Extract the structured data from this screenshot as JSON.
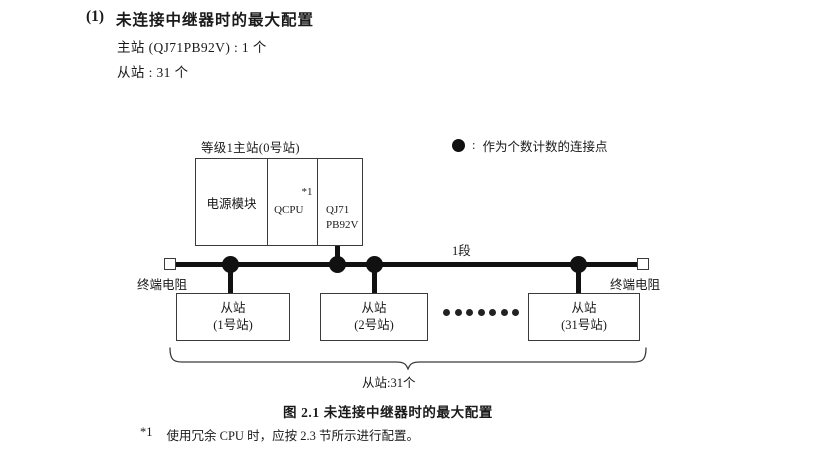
{
  "heading": {
    "number": "(1)",
    "title": "未连接中继器时的最大配置",
    "spec_master": "主站 (QJ71PB92V) : 1 个",
    "spec_slave": "从站 : 31 个"
  },
  "legend": {
    "marker_icon": "filled-circle-icon",
    "colon": ":",
    "text": "作为个数计数的连接点"
  },
  "diagram": {
    "master": {
      "label": "等级1主站(0号站)",
      "cells": [
        {
          "name": "power-module",
          "text": "电源模块"
        },
        {
          "name": "qcpu",
          "text": "QCPU",
          "footnote_mark": "*1"
        },
        {
          "name": "pb92v",
          "line1": "QJ71",
          "line2": "PB92V"
        }
      ]
    },
    "bus": {
      "segment_label": "1段",
      "terminator_left_label": "终端电阻",
      "terminator_right_label": "终端电阻",
      "terminator_icon": "terminator-square-icon",
      "connection_dot_icon": "connection-dot-icon"
    },
    "slaves": [
      {
        "title": "从站",
        "station": "(1号站)"
      },
      {
        "title": "从站",
        "station": "(2号站)"
      },
      {
        "title": "从站",
        "station": "(31号站)"
      }
    ],
    "ellipsis_dot_count": 7,
    "brace_label": "从站:31个"
  },
  "figure": {
    "caption": "图 2.1  未连接中继器时的最大配置"
  },
  "footnote": {
    "mark": "*1",
    "text": "使用冗余 CPU 时，应按 2.3 节所示进行配置。"
  },
  "colors": {
    "ink": "#1a1a1a",
    "line": "#3b3b3b",
    "bus": "#111111",
    "page": "#ffffff"
  }
}
